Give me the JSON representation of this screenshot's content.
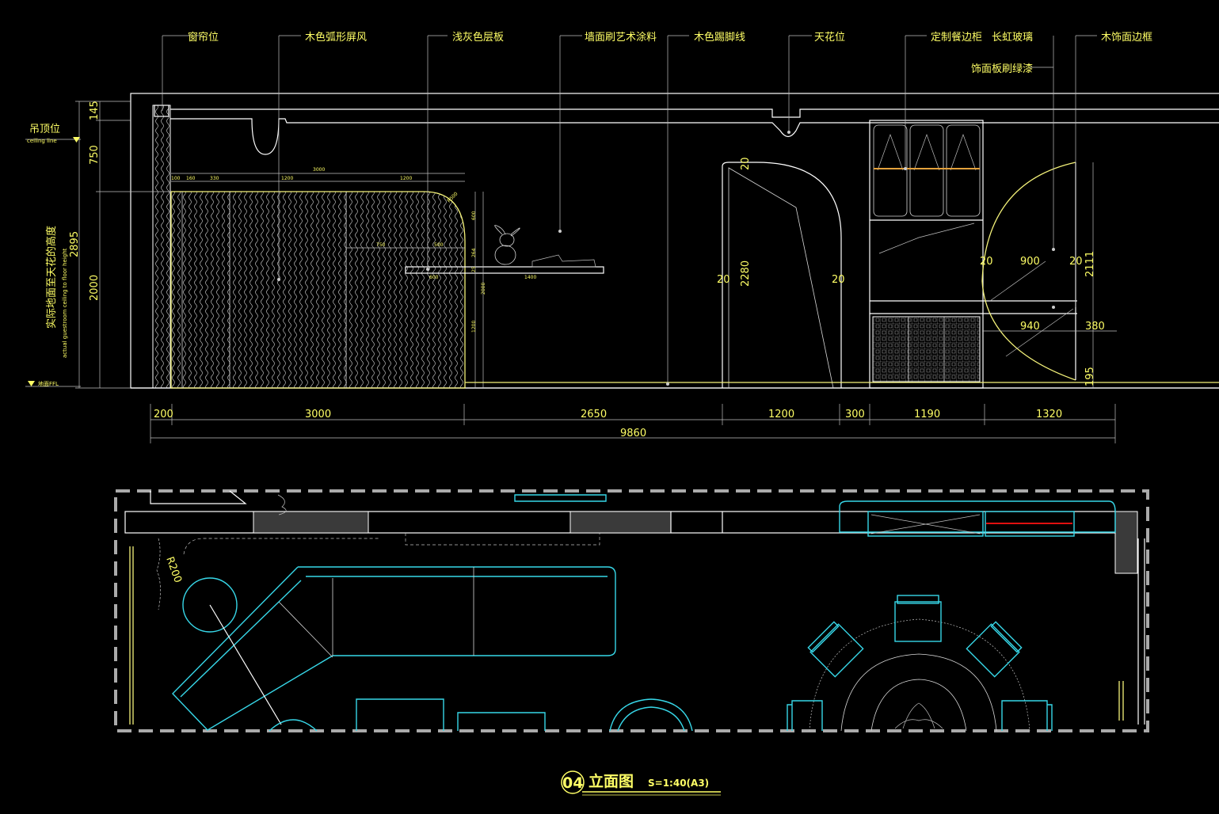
{
  "callouts": [
    {
      "id": "curtain",
      "text": "窗帘位"
    },
    {
      "id": "screen",
      "text": "木色弧形屏风"
    },
    {
      "id": "shelf",
      "text": "浅灰色层板"
    },
    {
      "id": "paint",
      "text": "墙面刷艺术涂料"
    },
    {
      "id": "skirting",
      "text": "木色踢脚线"
    },
    {
      "id": "ceiling",
      "text": "天花位"
    },
    {
      "id": "cabinet",
      "text": "定制餐边柜"
    },
    {
      "id": "glass",
      "text": "长虹玻璃"
    },
    {
      "id": "frame",
      "text": "木饰面边框"
    },
    {
      "id": "panel",
      "text": "饰面板刷绿漆"
    }
  ],
  "left_side": {
    "ceiling_cn": "吊顶位",
    "ceiling_en": "ceiling line",
    "height_cn": "实际地面至天花的高度",
    "height_en": "actual guestroom ceiling to floor height",
    "floor": "地面FFL",
    "dims": [
      "145",
      "750",
      "2895",
      "2000"
    ]
  },
  "bottom_dims": {
    "segments": [
      "200",
      "3000",
      "2650",
      "1200",
      "300",
      "1190",
      "1320"
    ],
    "total": "9860"
  },
  "inner_dims": {
    "arch_top": "20",
    "arch_left": "20",
    "arch_right": "20",
    "arch_height": "2280",
    "mirror_left": "20",
    "mirror_width": "900",
    "mirror_right": "20",
    "mirror_height": "2111",
    "mirror_low_width": "940",
    "mirror_low_height": "380",
    "base_height": "195"
  },
  "screen_dims": {
    "top_total": "3000",
    "parts": [
      "100",
      "160",
      "330",
      "1200",
      "1200"
    ],
    "radius": "R500",
    "shelf": [
      "750",
      "500",
      "600",
      "1400"
    ],
    "right_side": [
      "600",
      "264",
      "25",
      "2000",
      "1200"
    ]
  },
  "plan": {
    "radius_label": "R200"
  },
  "title": {
    "number": "04",
    "name": "立面图",
    "scale": "S=1:40(A3)"
  },
  "colors": {
    "background": "#000000",
    "line": "#ffffff",
    "text": "#ffff66",
    "plan_furniture": "#37d7e8",
    "accent_red": "#e01010"
  }
}
